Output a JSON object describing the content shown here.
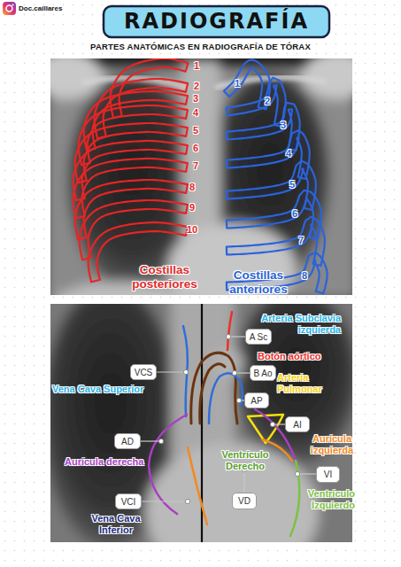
{
  "diagram": {
    "title": "RADIOGRAFÍA",
    "nodes": [
      {
        "text": [
          "A Sc",
          "Arteria Subclavia izquierda"
        ]
      },
      {
        "text": [
          "B Ao",
          "Botón aórtico"
        ]
      },
      {
        "text": [
          "VCS",
          "Vena Cava Superior"
        ]
      },
      {
        "text": [
          "AP",
          "Arteria Pulmonar"
        ]
      },
      {
        "text": [
          "AI",
          "Aurícula izquierda"
        ]
      },
      {
        "text": [
          "AD",
          "Aurícula derecha"
        ]
      },
      {
        "text": [
          "VI",
          "Ventrículo Izquierdo"
        ]
      },
      {
        "text": [
          "VD",
          "Ventrículo Derecho"
        ]
      },
      {
        "text": [
          "VCI",
          "Vena Cava Inferior"
        ]
      }
    ],
    "labels": [
      "Doc.caillares",
      "PARTES ANATÓMICAS EN RADIOGRAFÍA DE TÓRAX",
      "1",
      "2",
      "3",
      "4",
      "5",
      "6",
      "7",
      "8",
      "9",
      "10",
      "1",
      "2",
      "3",
      "4",
      "5",
      "6",
      "7",
      "8",
      "Costillas posteriores",
      "Costillas anteriores"
    ]
  }
}
